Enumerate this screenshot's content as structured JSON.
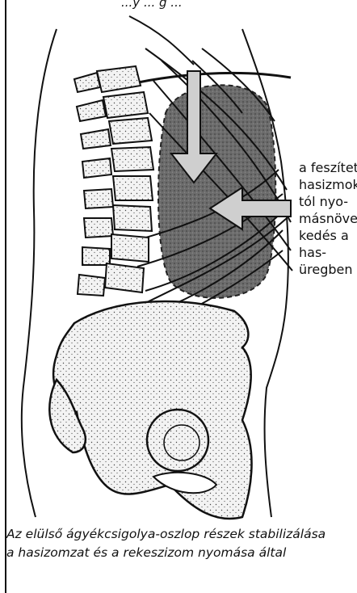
{
  "top_label_fragment": "...y ... g ...",
  "side_label_lines": [
    "a feszített",
    "hasizmok-",
    "tól nyo-",
    "másnöve-",
    "kedés a",
    "has-",
    "üregben"
  ],
  "caption_lines": [
    "Az elülső ágyékcsigolya-oszlop részek stabilizálása",
    "a hasizomzat és a rekeszizom nyomása által"
  ],
  "colors": {
    "ink": "#111111",
    "pressure_zone": "#6f6f6f",
    "arrow_fill": "#cfcfcf",
    "bone": "#f1f1f1"
  },
  "icons": {
    "down_arrow": "down-arrow-icon",
    "left_arrow": "left-arrow-icon"
  }
}
